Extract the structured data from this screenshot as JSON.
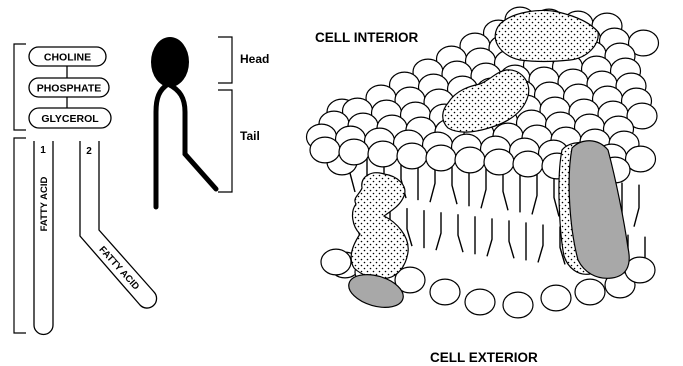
{
  "labels": {
    "choline": "CHOLINE",
    "phosphate": "PHOSPHATE",
    "glycerol": "GLYCEROL",
    "chain_1_number": "1",
    "chain_2_number": "2",
    "fatty_acid_1": "FATTY ACID",
    "fatty_acid_2": "FATTY ACID",
    "head": "Head",
    "tail": "Tail",
    "cell_interior": "CELL INTERIOR",
    "cell_exterior": "CELL EXTERIOR"
  },
  "colors": {
    "outline": "#000000",
    "background": "#ffffff",
    "channel_protein": "#a8a8a8",
    "stipple": "#000000"
  }
}
